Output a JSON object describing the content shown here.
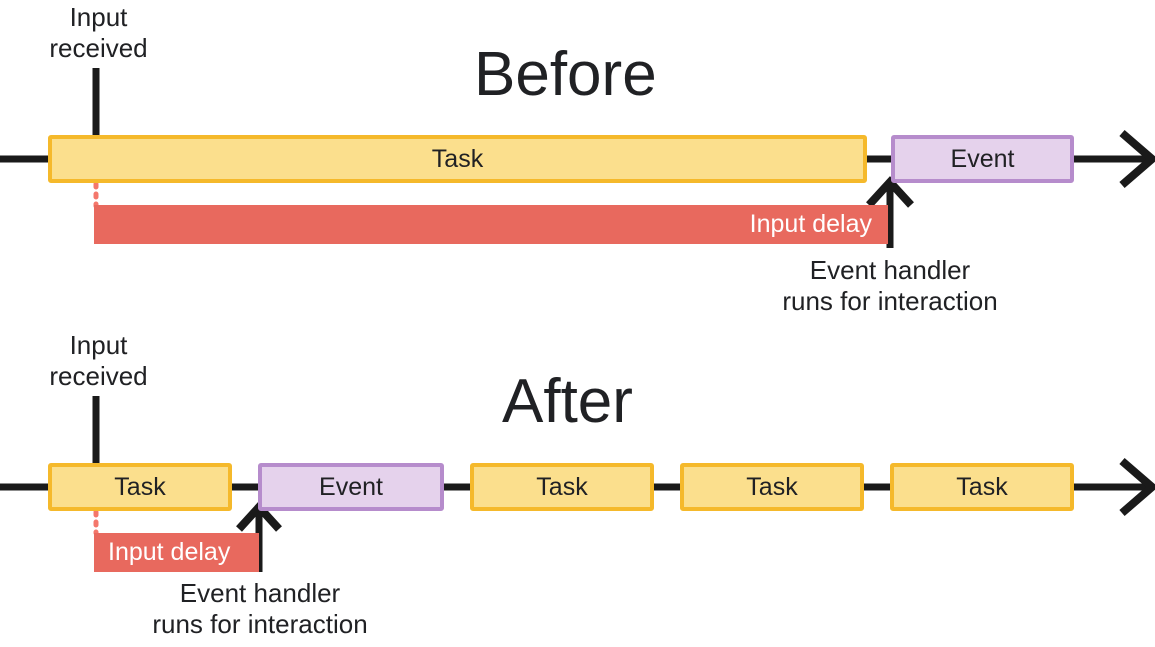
{
  "diagram": {
    "title_alt": "Long task blocking input vs yielding tasks",
    "colors": {
      "task_fill": "#FBDF8D",
      "task_border": "#F5B92B",
      "event_fill": "#E5D2EC",
      "event_border": "#B68CCC",
      "input_delay": "#E8695E",
      "axis": "#1A1A1A",
      "text": "#202124",
      "dotted_marker": "#F4776B"
    }
  },
  "sections": {
    "before": {
      "title": "Before",
      "input_label": "Input\nreceived",
      "task_label": "Task",
      "event_label": "Event",
      "input_delay_label": "Input delay",
      "handler_label": "Event handler\nruns for interaction"
    },
    "after": {
      "title": "After",
      "input_label": "Input\nreceived",
      "event_label": "Event",
      "input_delay_label": "Input delay",
      "handler_label": "Event handler\nruns for interaction",
      "tasks": [
        {
          "label": "Task"
        },
        {
          "label": "Task"
        },
        {
          "label": "Task"
        },
        {
          "label": "Task"
        }
      ]
    }
  }
}
